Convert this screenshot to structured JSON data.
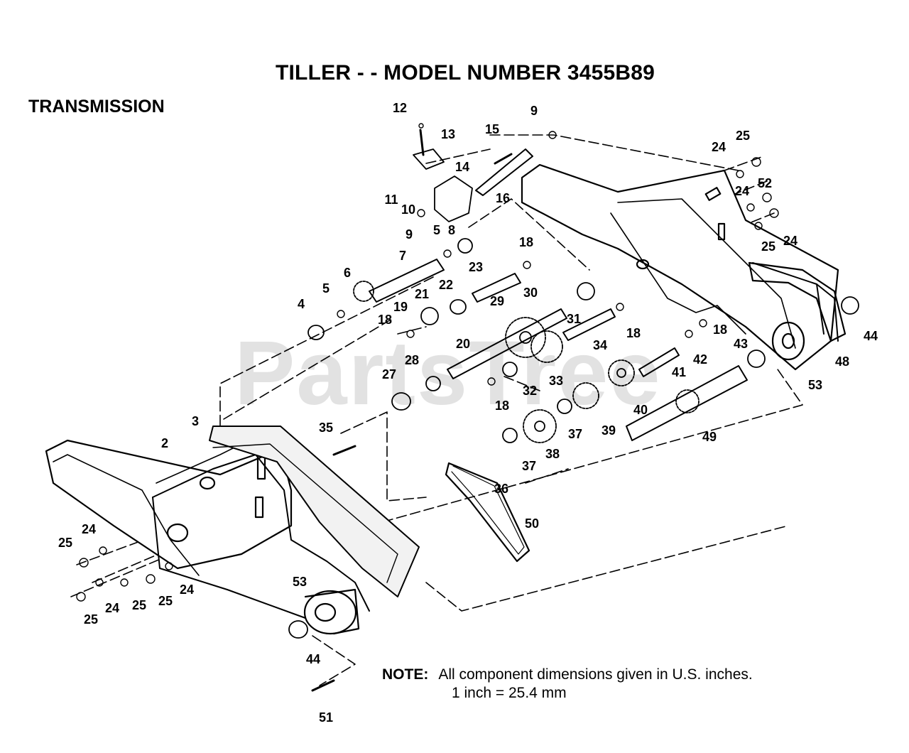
{
  "title": "TILLER - - MODEL NUMBER 3455B89",
  "section": "TRANSMISSION",
  "watermark": "PartsTree",
  "note": {
    "label": "NOTE:",
    "line1": "All component dimensions given in U.S. inches.",
    "line2": "1 inch = 25.4 mm"
  },
  "callouts": [
    "12",
    "9",
    "13",
    "15",
    "14",
    "16",
    "11",
    "10",
    "9",
    "5",
    "8",
    "7",
    "18",
    "23",
    "6",
    "5",
    "4",
    "21",
    "22",
    "19",
    "18",
    "20",
    "29",
    "30",
    "31",
    "18",
    "34",
    "18",
    "42",
    "43",
    "41",
    "28",
    "27",
    "18",
    "32",
    "33",
    "40",
    "39",
    "37",
    "38",
    "37",
    "36",
    "35",
    "50",
    "49",
    "48",
    "53",
    "44",
    "3",
    "2",
    "24",
    "25",
    "24",
    "25",
    "24",
    "25",
    "24",
    "25",
    "24",
    "52",
    "25",
    "24",
    "25",
    "53",
    "44",
    "51"
  ]
}
